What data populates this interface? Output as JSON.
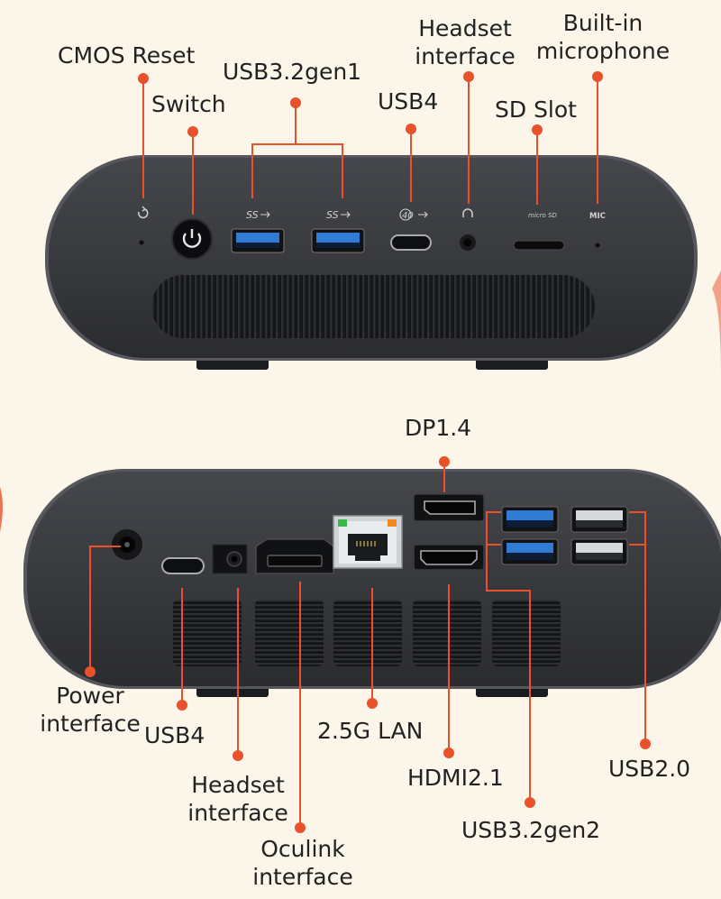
{
  "colors": {
    "background": "#fbf5ea",
    "accent": "#e8512a",
    "device_body": "#3a3b3f",
    "device_edge": "#5a5c61",
    "port_dark": "#111214",
    "usb3_blue": "#2f7bd6",
    "lan_green": "#3bb84b",
    "lan_orange": "#f08a1c"
  },
  "front_panel": {
    "labels": {
      "cmos_reset": "CMOS Reset",
      "switch": "Switch",
      "usb32gen1": "USB3.2gen1",
      "usb4": "USB4",
      "headset": "Headset\ninterface",
      "sd_slot": "SD Slot",
      "microphone": "Built-in\nmicrophone"
    },
    "port_markings": {
      "ss_logo": "SS",
      "usb4_logo": "40",
      "sd_logo": "micro SD",
      "mic": "MIC"
    }
  },
  "rear_panel": {
    "labels": {
      "dp": "DP1.4",
      "power": "Power\ninterface",
      "usb4": "USB4",
      "lan": "2.5G LAN",
      "headset": "Headset\ninterface",
      "hdmi": "HDMI2.1",
      "usb20": "USB2.0",
      "usb32gen2": "USB3.2gen2",
      "oculink": "Oculink\ninterface"
    }
  }
}
